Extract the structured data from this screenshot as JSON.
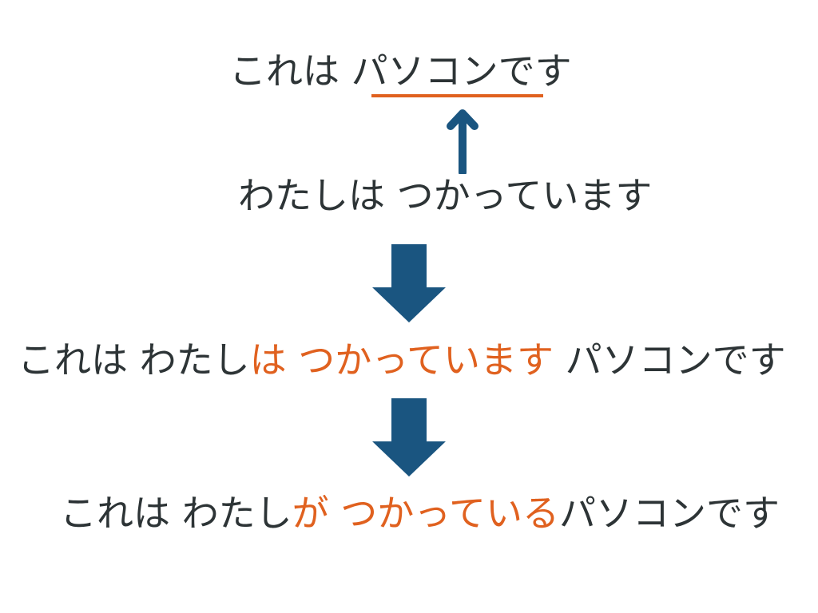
{
  "line1": {
    "before": "これは ",
    "underlined": "パソコン",
    "after": "です"
  },
  "line2": {
    "text": "わたしは つかっています"
  },
  "line3": {
    "before": "これは わたし",
    "highlight": "は つかっています",
    "after": " パソコンです"
  },
  "line4": {
    "before": "これは わたし",
    "highlight": "が つかっている",
    "after": "パソコンです"
  },
  "colors": {
    "text": "#2d3436",
    "highlight": "#e0611f",
    "arrow": "#1a5580"
  }
}
